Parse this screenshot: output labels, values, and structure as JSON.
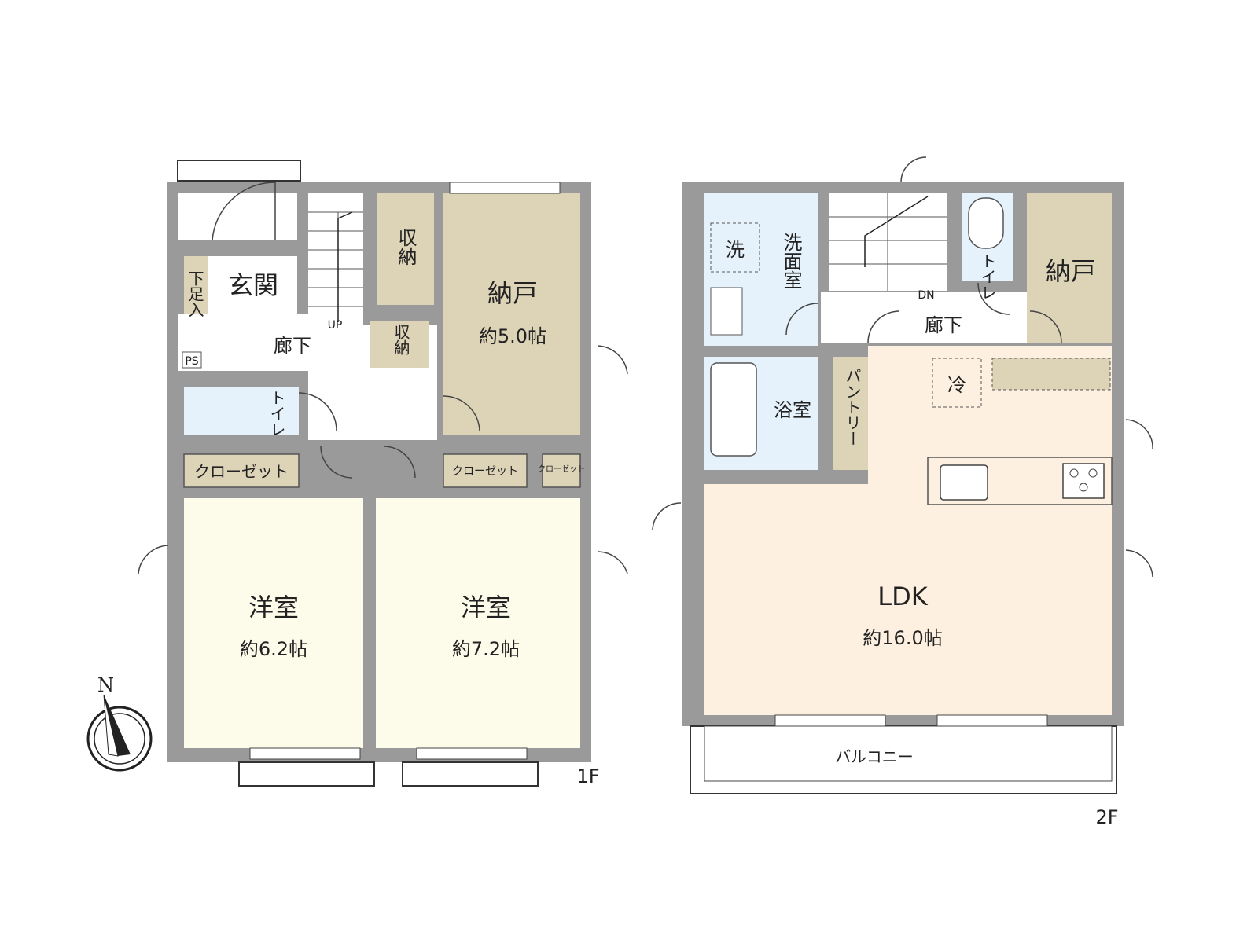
{
  "floor1": {
    "floor_label": "1F",
    "entrance": "玄関",
    "shoe_closet": "下足入",
    "ps": "PS",
    "hall": "廊下",
    "up": "UP",
    "storage1": "収納",
    "storage2": "収納",
    "nando": {
      "name": "納戸",
      "size": "約5.0帖"
    },
    "toilet": "トイレ",
    "closet_left": "クローゼット",
    "closet_mid": "クローゼット",
    "closet_right": "クローゼット",
    "room_left": {
      "name": "洋室",
      "size": "約6.2帖"
    },
    "room_right": {
      "name": "洋室",
      "size": "約7.2帖"
    }
  },
  "floor2": {
    "floor_label": "2F",
    "washer": "洗",
    "washroom": "洗面室",
    "dn": "DN",
    "hall": "廊下",
    "toilet": "トイレ",
    "nando": "納戸",
    "bathroom": "浴室",
    "pantry": "パントリー",
    "fridge": "冷",
    "ldk": {
      "name": "LDK",
      "size": "約16.0帖"
    },
    "balcony": "バルコニー"
  },
  "compass": {
    "north": "N"
  },
  "colors": {
    "wall": "#9a9a9a",
    "western_room": "#fdfbea",
    "storage": "#ddd4b8",
    "wet_area": "#e6f2fb",
    "ldk": "#fdf0e0",
    "hall": "#ffffff"
  }
}
